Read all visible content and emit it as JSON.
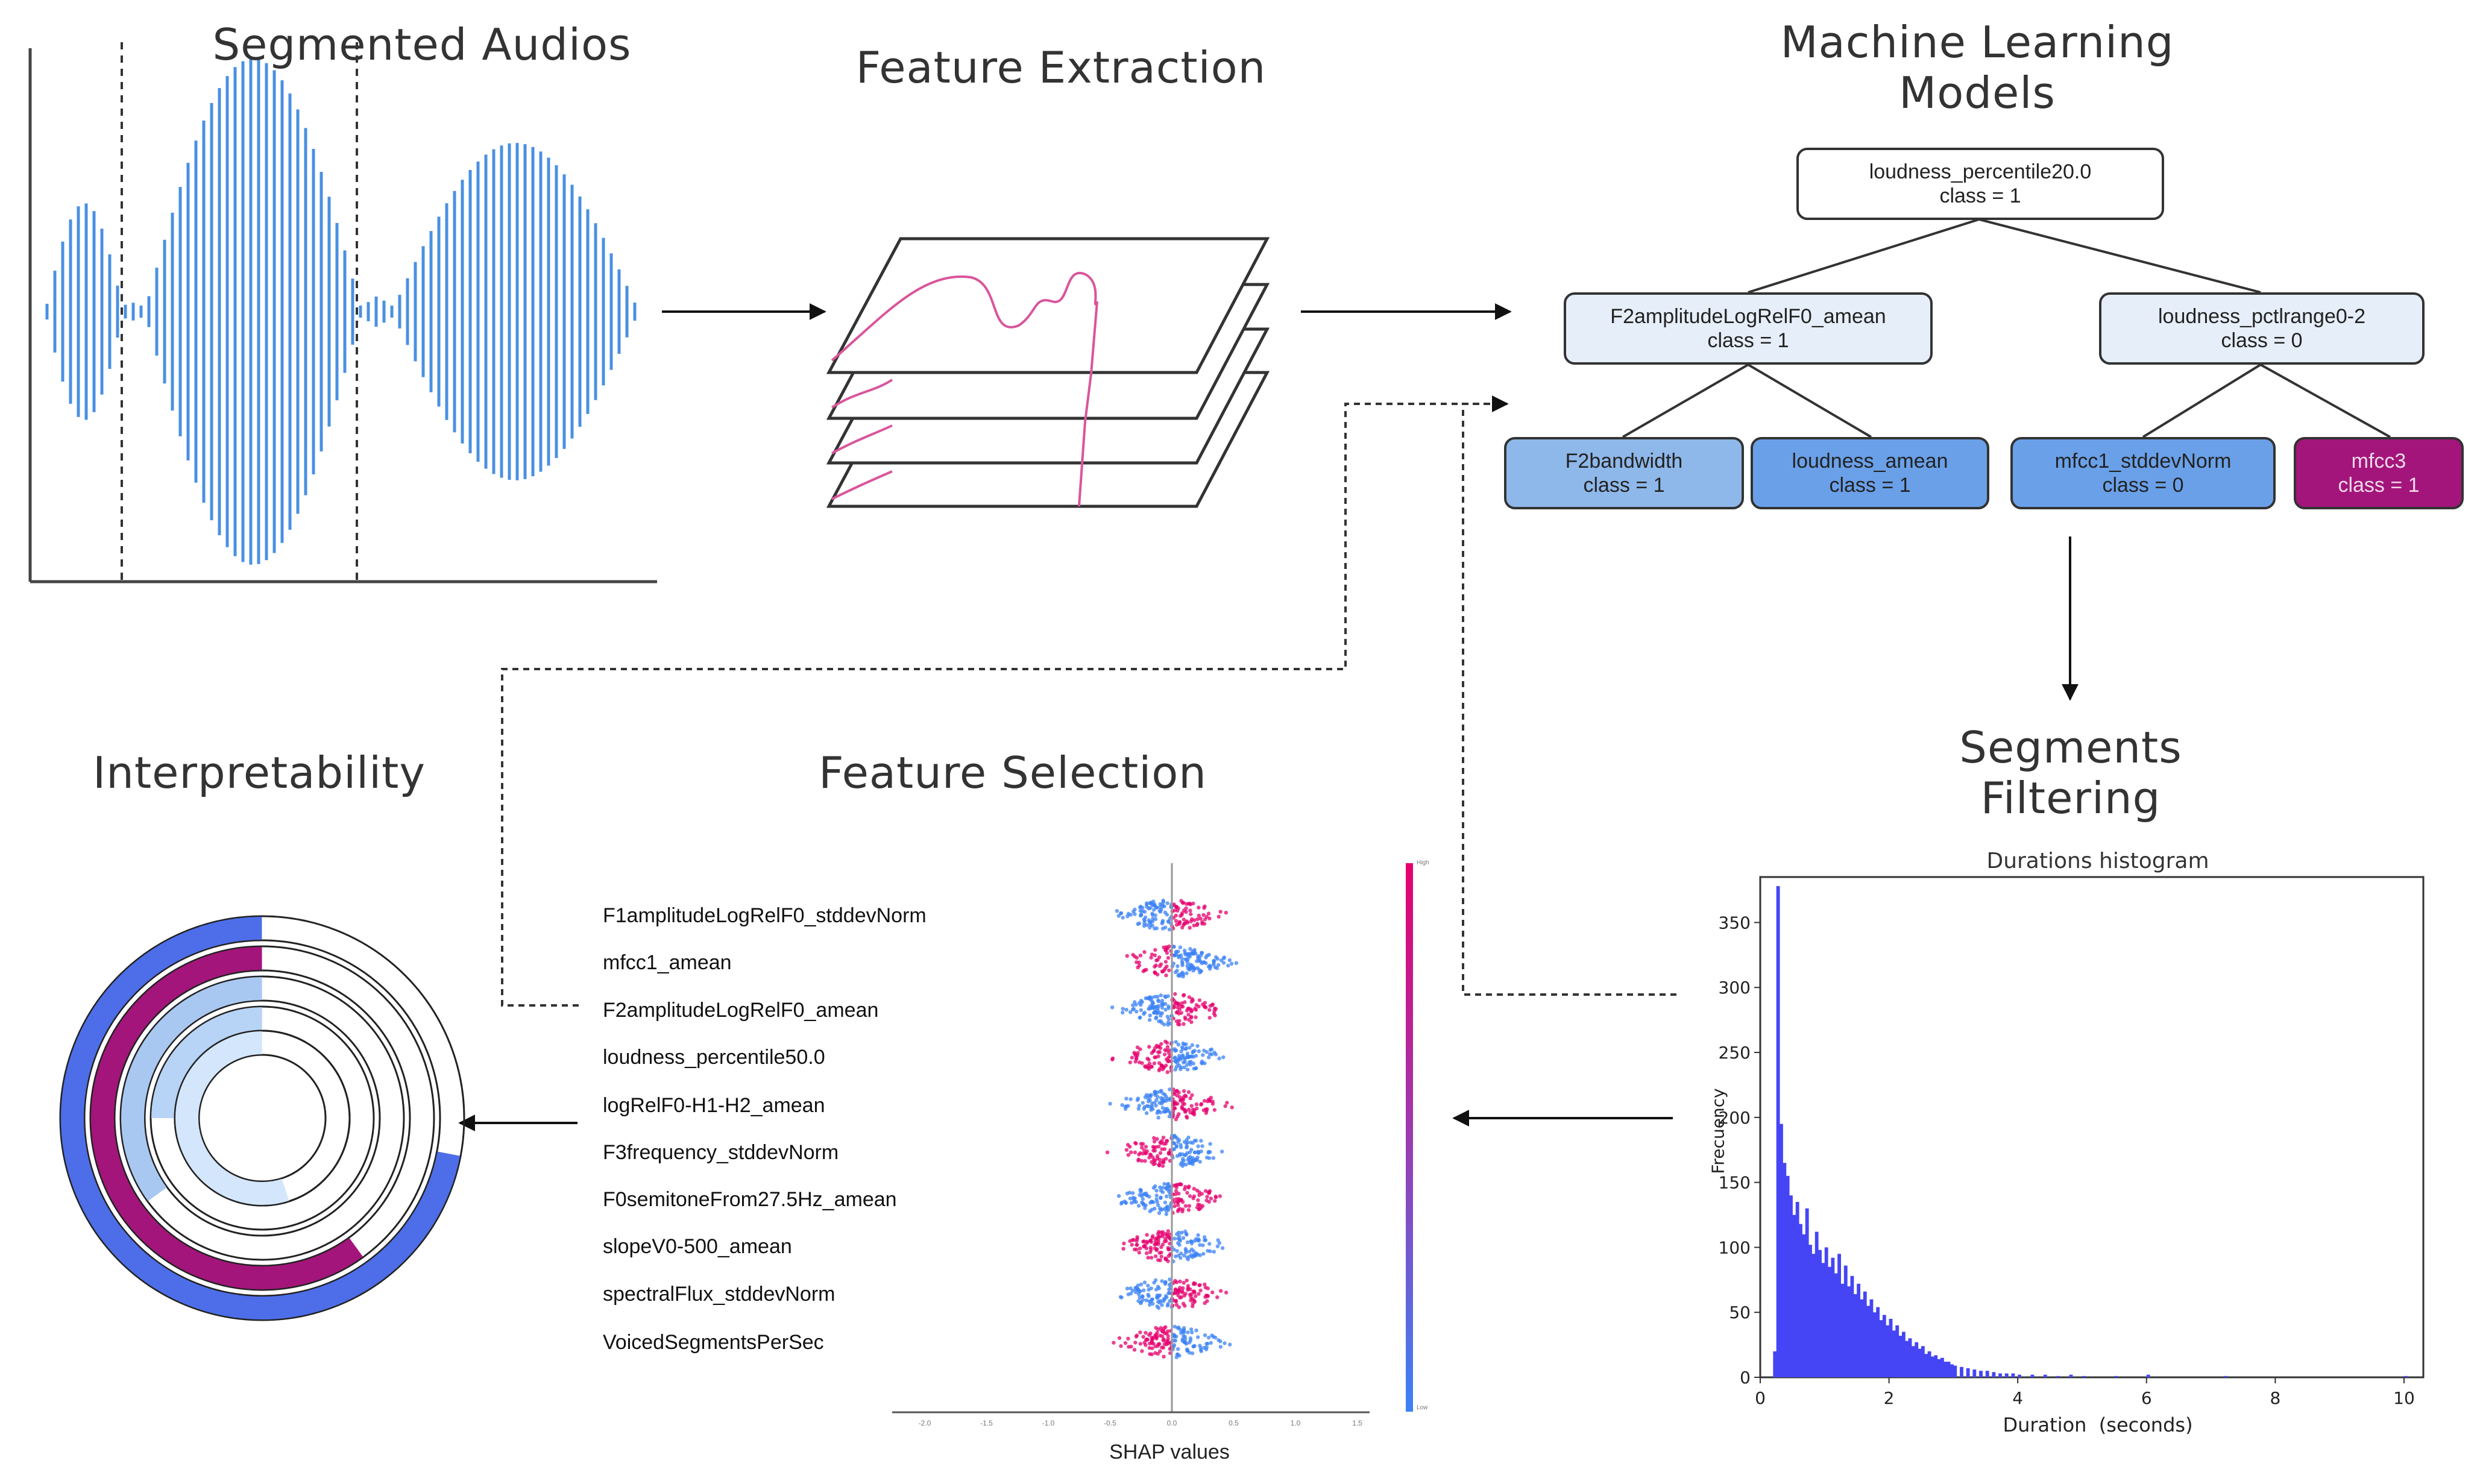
{
  "titles": {
    "segmented_audios": "Segmented Audios",
    "feature_extraction": "Feature Extraction",
    "ml_models_line1": "Machine Learning",
    "ml_models_line2": "Models",
    "segments_filtering_line1": "Segments",
    "segments_filtering_line2": "Filtering",
    "feature_selection": "Feature Selection",
    "interpretability": "Interpretability"
  },
  "tree": {
    "root": {
      "feature": "loudness_percentile20.0",
      "class": "class = 1"
    },
    "left": {
      "feature": "F2amplitudeLogRelF0_amean",
      "class": "class = 1"
    },
    "right": {
      "feature": "loudness_pctlrange0-2",
      "class": "class = 0"
    },
    "leaf1": {
      "feature": "F2bandwidth",
      "class": "class = 1"
    },
    "leaf2": {
      "feature": "loudness_amean",
      "class": "class = 1"
    },
    "leaf3": {
      "feature": "mfcc1_stddevNorm",
      "class": "class = 0"
    },
    "leaf4": {
      "feature": "mfcc3",
      "class": "class = 1"
    }
  },
  "colors": {
    "waveform": "#4a90e2",
    "curve": "#d9559b",
    "leaf_light": "#8fb8ea",
    "leaf_mid": "#6aa0e8",
    "leaf_magenta": "#a3157a",
    "node_pale": "#e6eef9",
    "hist_bar": "#4545f5",
    "shap_low": "#3b82f6",
    "shap_high": "#e6006e"
  },
  "shap": {
    "features": [
      "F1amplitudeLogRelF0_stddevNorm",
      "mfcc1_amean",
      "F2amplitudeLogRelF0_amean",
      "loudness_percentile50.0",
      "logRelF0-H1-H2_amean",
      "F3frequency_stddevNorm",
      "F0semitoneFrom27.5Hz_amean",
      "slopeV0-500_amean",
      "spectralFlux_stddevNorm",
      "VoicedSegmentsPerSec"
    ],
    "xlabel": "SHAP values",
    "ticks": [
      "-2.0",
      "-1.5",
      "-1.0",
      "-0.5",
      "0.0",
      "0.5",
      "1.0",
      "1.5"
    ],
    "colorbar_high": "High",
    "colorbar_low": "Low"
  },
  "chart_data": {
    "type": "bar",
    "title": "Durations histogram",
    "xlabel": "Duration  (seconds)",
    "ylabel": "Frecuency",
    "xlim": [
      0,
      10.3
    ],
    "ylim": [
      0,
      385
    ],
    "xticks": [
      0,
      2,
      4,
      6,
      8,
      10
    ],
    "yticks": [
      0,
      50,
      100,
      150,
      200,
      250,
      300,
      350
    ],
    "bin_width": 0.05,
    "x": [
      0.2,
      0.25,
      0.3,
      0.35,
      0.4,
      0.45,
      0.5,
      0.55,
      0.6,
      0.65,
      0.7,
      0.75,
      0.8,
      0.85,
      0.9,
      0.95,
      1.0,
      1.05,
      1.1,
      1.15,
      1.2,
      1.25,
      1.3,
      1.35,
      1.4,
      1.45,
      1.5,
      1.55,
      1.6,
      1.65,
      1.7,
      1.75,
      1.8,
      1.85,
      1.9,
      1.95,
      2.0,
      2.05,
      2.1,
      2.15,
      2.2,
      2.25,
      2.3,
      2.35,
      2.4,
      2.45,
      2.5,
      2.55,
      2.6,
      2.65,
      2.7,
      2.75,
      2.8,
      2.85,
      2.9,
      2.95,
      3.0,
      3.1,
      3.2,
      3.3,
      3.4,
      3.5,
      3.6,
      3.7,
      3.8,
      3.9,
      4.0,
      4.2,
      4.4,
      4.6,
      4.8,
      5.0,
      5.5,
      6.0,
      7.2,
      10.0
    ],
    "values": [
      20,
      378,
      195,
      165,
      155,
      140,
      125,
      135,
      118,
      110,
      130,
      102,
      95,
      112,
      98,
      88,
      100,
      85,
      92,
      80,
      95,
      72,
      86,
      70,
      78,
      64,
      72,
      60,
      66,
      55,
      60,
      50,
      54,
      44,
      48,
      40,
      45,
      36,
      40,
      32,
      35,
      28,
      30,
      24,
      27,
      22,
      24,
      18,
      20,
      16,
      17,
      14,
      15,
      12,
      12,
      10,
      9,
      8,
      7,
      6,
      5,
      5,
      4,
      3,
      3,
      3,
      2,
      2,
      2,
      1,
      2,
      1,
      1,
      2,
      1,
      1
    ]
  }
}
